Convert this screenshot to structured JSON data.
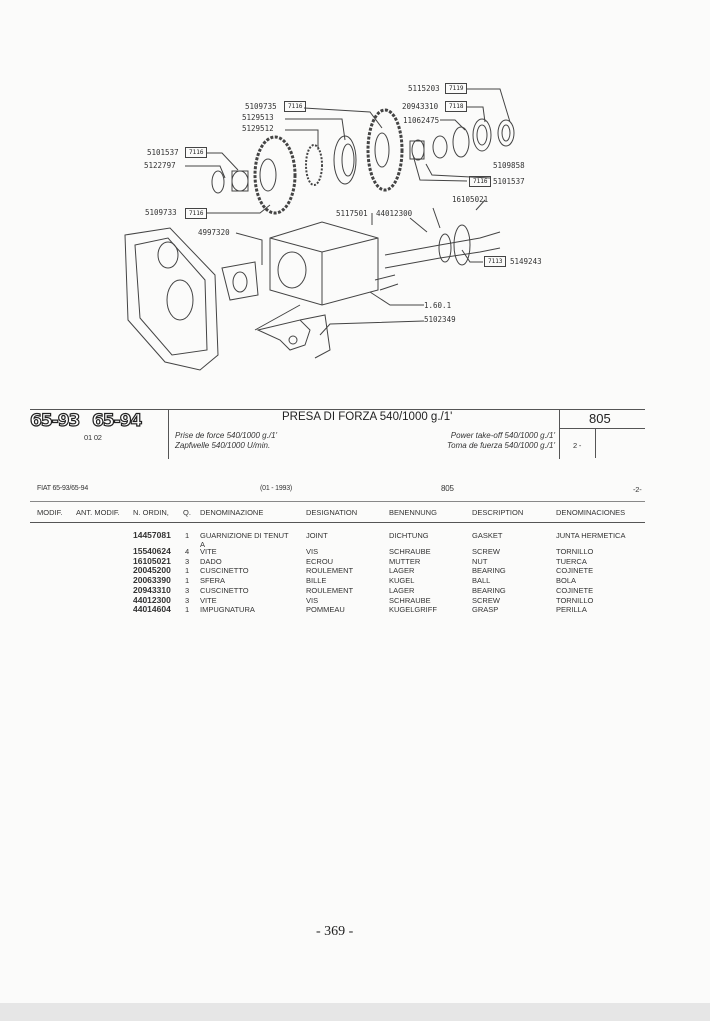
{
  "diagram": {
    "callouts": [
      {
        "part": "5115203",
        "ref": "7119"
      },
      {
        "part": "5109735",
        "ref": "7116"
      },
      {
        "part": "20943310",
        "ref": "7118"
      },
      {
        "part": "5129513"
      },
      {
        "part": "11062475"
      },
      {
        "part": "5129512"
      },
      {
        "part": "5101537",
        "ref": "7116"
      },
      {
        "part": "5122797"
      },
      {
        "part": "5109858"
      },
      {
        "part": "5101537",
        "ref": "7116"
      },
      {
        "part": "16105021"
      },
      {
        "part": "5109733",
        "ref": "7116"
      },
      {
        "part": "5117501"
      },
      {
        "part": "44012300"
      },
      {
        "part": "4997320"
      },
      {
        "part": "5149243",
        "ref": "7113"
      },
      {
        "part": "1.60.1"
      },
      {
        "part": "5102349"
      }
    ]
  },
  "header": {
    "models": [
      "65-93",
      "65-94"
    ],
    "model_sub": "01 02",
    "title": "PRESA DI FORZA 540/1000 g./1'",
    "fr": "Prise de force 540/1000 g./1'",
    "de": "Zapfwelle 540/1000 U/min.",
    "en": "Power take-off 540/1000 g./1'",
    "es": "Toma de fuerza 540/1000 g./1'",
    "group": "805",
    "sheet": "2 -"
  },
  "subheader": {
    "model": "FIAT 65-93/65-94",
    "date": "(01 - 1993)",
    "group": "805",
    "sheet": "-2-"
  },
  "columns": [
    "MODIF.",
    "ANT. MODIF.",
    "N. ORDIN,",
    "Q.",
    "DENOMINAZIONE",
    "DESIGNATION",
    "BENENNUNG",
    "DESCRIPTION",
    "DENOMINACIONES"
  ],
  "rows": [
    {
      "num": "14457081",
      "q": "1",
      "it": "GUARNIZIONE DI TENUT",
      "it2": "A",
      "fr": "JOINT",
      "de": "DICHTUNG",
      "en": "GASKET",
      "es": "JUNTA HERMETICA"
    },
    {
      "num": "15540624",
      "q": "4",
      "it": "VITE",
      "fr": "VIS",
      "de": "SCHRAUBE",
      "en": "SCREW",
      "es": "TORNILLO"
    },
    {
      "num": "16105021",
      "q": "3",
      "it": "DADO",
      "fr": "ECROU",
      "de": "MUTTER",
      "en": "NUT",
      "es": "TUERCA"
    },
    {
      "num": "20045200",
      "q": "1",
      "it": "CUSCINETTO",
      "fr": "ROULEMENT",
      "de": "LAGER",
      "en": "BEARING",
      "es": "COJINETE"
    },
    {
      "num": "20063390",
      "q": "1",
      "it": "SFERA",
      "fr": "BILLE",
      "de": "KUGEL",
      "en": "BALL",
      "es": "BOLA"
    },
    {
      "num": "20943310",
      "q": "3",
      "it": "CUSCINETTO",
      "fr": "ROULEMENT",
      "de": "LAGER",
      "en": "BEARING",
      "es": "COJINETE"
    },
    {
      "num": "44012300",
      "q": "3",
      "it": "VITE",
      "fr": "VIS",
      "de": "SCHRAUBE",
      "en": "SCREW",
      "es": "TORNILLO"
    },
    {
      "num": "44014604",
      "q": "1",
      "it": "IMPUGNATURA",
      "fr": "POMMEAU",
      "de": "KUGELGRIFF",
      "en": "GRASP",
      "es": "PERILLA"
    }
  ],
  "page_number": "- 369 -"
}
